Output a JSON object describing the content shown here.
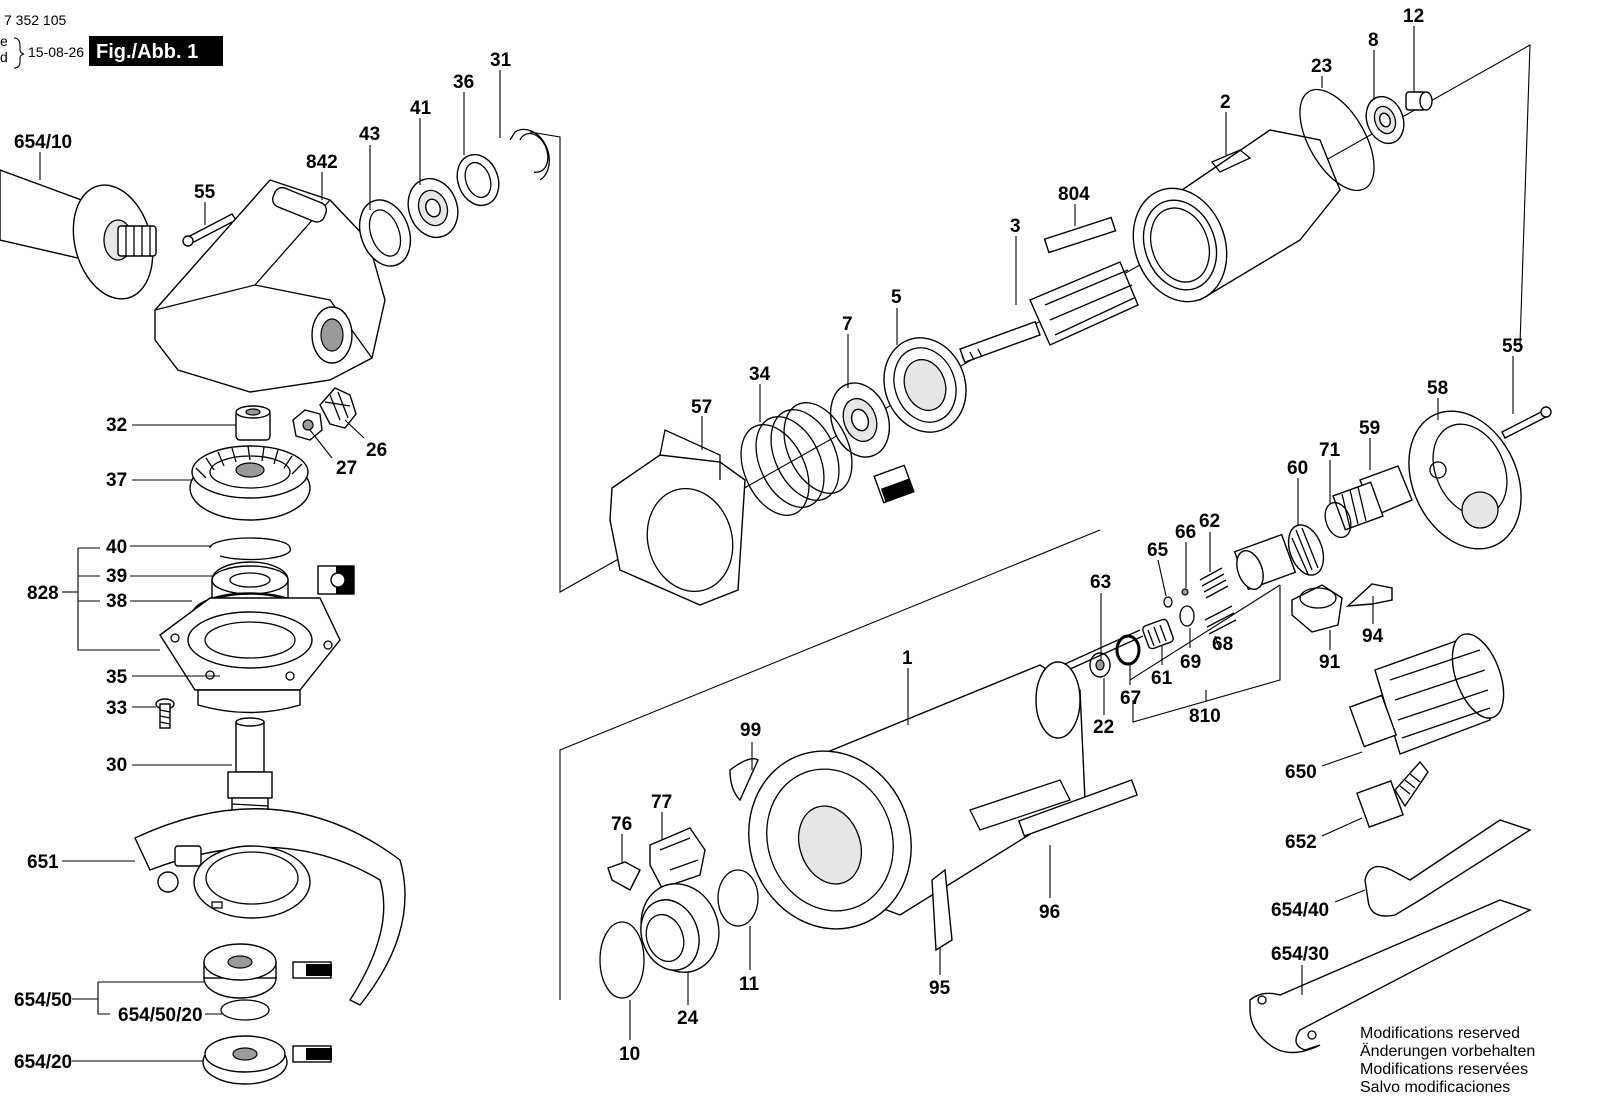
{
  "header": {
    "doc_number": "7 352 105",
    "brace_letters": [
      "e",
      "d"
    ],
    "date": "15-08-26",
    "figure": "Fig./Abb. 1"
  },
  "labels": {
    "p654_10": "654/10",
    "p55a": "55",
    "p842": "842",
    "p43": "43",
    "p41": "41",
    "p36": "36",
    "p31": "31",
    "p32": "32",
    "p27": "27",
    "p26": "26",
    "p37": "37",
    "p40": "40",
    "p39": "39",
    "p38": "38",
    "p828": "828",
    "p35": "35",
    "p33": "33",
    "p30": "30",
    "p651": "651",
    "p654_50": "654/50",
    "p654_50_20": "654/50/20",
    "p654_20": "654/20",
    "p2": "2",
    "p23": "23",
    "p8": "8",
    "p12": "12",
    "p804": "804",
    "p3": "3",
    "p5": "5",
    "p7": "7",
    "p34": "34",
    "p57": "57",
    "p55b": "55",
    "p58": "58",
    "p59": "59",
    "p71": "71",
    "p60": "60",
    "p62": "62",
    "p66": "66",
    "p65": "65",
    "p63": "63",
    "p69": "69",
    "p68": "68",
    "p61": "61",
    "p67": "67",
    "p22": "22",
    "p810": "810",
    "p91": "91",
    "p94": "94",
    "p1": "1",
    "p99": "99",
    "p77": "77",
    "p76": "76",
    "p650": "650",
    "p652": "652",
    "p654_40": "654/40",
    "p654_30": "654/30",
    "p96": "96",
    "p95": "95",
    "p11": "11",
    "p24": "24",
    "p10": "10"
  },
  "notes": [
    "Modifications reserved",
    "Änderungen vorbehalten",
    "Modifications reservées",
    "Salvo modificaciones"
  ],
  "icons": [
    "bearing-symbol-icon",
    "grease-symbol-icon",
    "tool-symbol-icon"
  ]
}
